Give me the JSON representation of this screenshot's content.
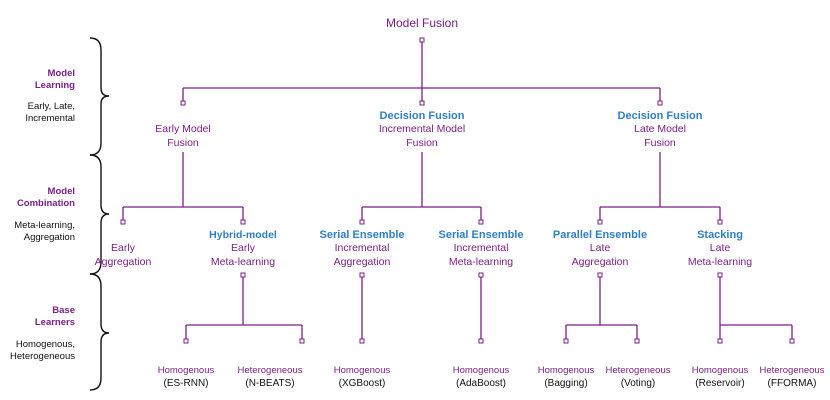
{
  "root": {
    "label": "Model Fusion"
  },
  "sections": [
    {
      "heading": [
        "Model",
        "Learning"
      ],
      "sub": [
        "Early, Late,",
        "Incremental"
      ]
    },
    {
      "heading": [
        "Model",
        "Combination"
      ],
      "sub": [
        "Meta-learning,",
        "Aggregation"
      ]
    },
    {
      "heading": [
        "Base",
        "Learners"
      ],
      "sub": [
        "Homogenous,",
        "Heterogeneous"
      ]
    }
  ],
  "level1": [
    {
      "bold": "",
      "lines": [
        "Early Model",
        "Fusion"
      ]
    },
    {
      "bold": "Decision Fusion",
      "lines": [
        "Incremental Model",
        "Fusion"
      ]
    },
    {
      "bold": "Decision Fusion",
      "lines": [
        "Late Model",
        "Fusion"
      ]
    }
  ],
  "level2": [
    {
      "bold": "",
      "lines": [
        "Early",
        "Aggregation"
      ]
    },
    {
      "bold": "Hybrid-model",
      "lines": [
        "Early",
        "Meta-learning"
      ]
    },
    {
      "bold": "Serial Ensemble",
      "lines": [
        "Incremental",
        "Aggregation"
      ]
    },
    {
      "bold": "Serial Ensemble",
      "lines": [
        "Incremental",
        "Meta-learning"
      ]
    },
    {
      "bold": "Parallel Ensemble",
      "lines": [
        "Late",
        "Aggregation"
      ]
    },
    {
      "bold": "Stacking",
      "lines": [
        "Late",
        "Meta-learning"
      ]
    }
  ],
  "level3": [
    {
      "type": "Homogenous",
      "example": "(ES-RNN)"
    },
    {
      "type": "Heterogeneous",
      "example": "(N-BEATS)"
    },
    {
      "type": "Homogenous",
      "example": "(XGBoost)"
    },
    {
      "type": "Homogenous",
      "example": "(AdaBoost)"
    },
    {
      "type": "Homogenous",
      "example": "(Bagging)"
    },
    {
      "type": "Heterogeneous",
      "example": "(Voting)"
    },
    {
      "type": "Homogenous",
      "example": "(Reservoir)"
    },
    {
      "type": "Heterogeneous",
      "example": "(FFORMA)"
    }
  ],
  "colors": {
    "accent": "#7b1f86",
    "highlight": "#2e7fc5",
    "text": "#111111"
  }
}
